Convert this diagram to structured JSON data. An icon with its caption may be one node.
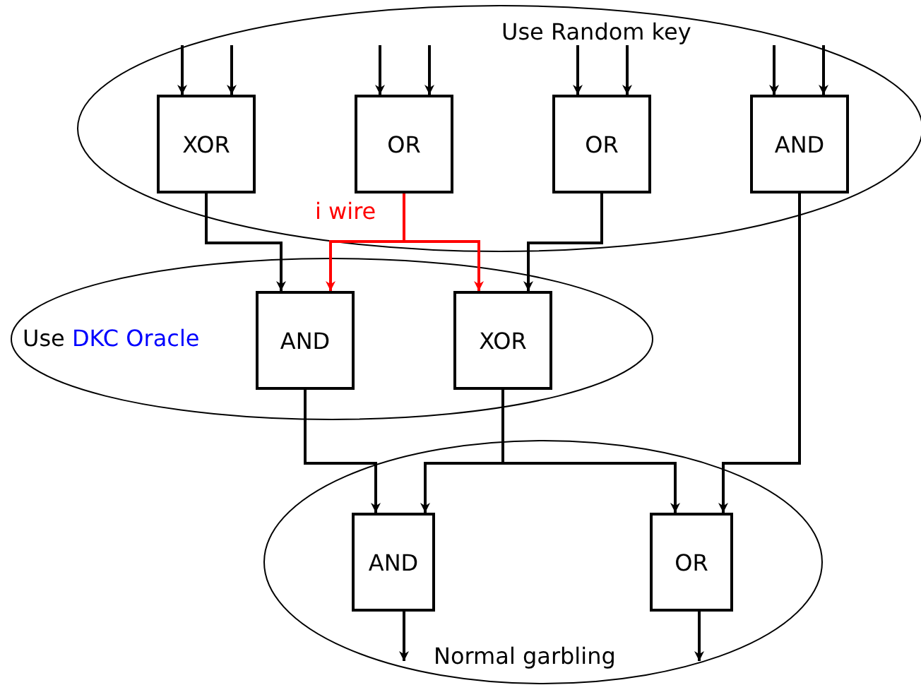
{
  "diagram": {
    "nodes": [
      {
        "text": [
          "Use Random key"
        ]
      },
      {
        "text": [
          "XOR"
        ],
        "in": 0
      },
      {
        "text": [
          "OR"
        ],
        "in": 0
      },
      {
        "text": [
          "OR"
        ],
        "in": 0
      },
      {
        "text": [
          "AND"
        ],
        "in": 0
      },
      {
        "text": [
          "Use",
          "DKC Oracle"
        ]
      },
      {
        "text": [
          "AND"
        ],
        "in": 5
      },
      {
        "text": [
          "XOR"
        ],
        "in": 5
      },
      {
        "text": [
          "Normal garbling"
        ]
      },
      {
        "text": [
          "AND"
        ],
        "in": 8
      },
      {
        "text": [
          "OR"
        ],
        "in": 8
      }
    ],
    "edges": [
      {
        "from": null,
        "to": 1,
        "arrow": "to"
      },
      {
        "from": null,
        "to": 1,
        "arrow": "to"
      },
      {
        "from": null,
        "to": 2,
        "arrow": "to"
      },
      {
        "from": null,
        "to": 2,
        "arrow": "to"
      },
      {
        "from": null,
        "to": 3,
        "arrow": "to"
      },
      {
        "from": null,
        "to": 3,
        "arrow": "to"
      },
      {
        "from": null,
        "to": 4,
        "arrow": "to"
      },
      {
        "from": null,
        "to": 4,
        "arrow": "to"
      },
      {
        "from": 1,
        "to": 6,
        "arrow": "to"
      },
      {
        "from": 2,
        "to": 6,
        "arrow": "to",
        "label": "i wire",
        "color": "#ff0000"
      },
      {
        "from": 2,
        "to": 7,
        "arrow": "to",
        "color": "#ff0000"
      },
      {
        "from": 3,
        "to": 7,
        "arrow": "to"
      },
      {
        "from": 4,
        "to": 10,
        "arrow": "to"
      },
      {
        "from": 6,
        "to": 9,
        "arrow": "to"
      },
      {
        "from": 7,
        "to": 9,
        "arrow": "to"
      },
      {
        "from": 7,
        "to": 10,
        "arrow": "to"
      },
      {
        "from": 9,
        "to": null,
        "arrow": "to"
      },
      {
        "from": 10,
        "to": null,
        "arrow": "to"
      }
    ]
  }
}
